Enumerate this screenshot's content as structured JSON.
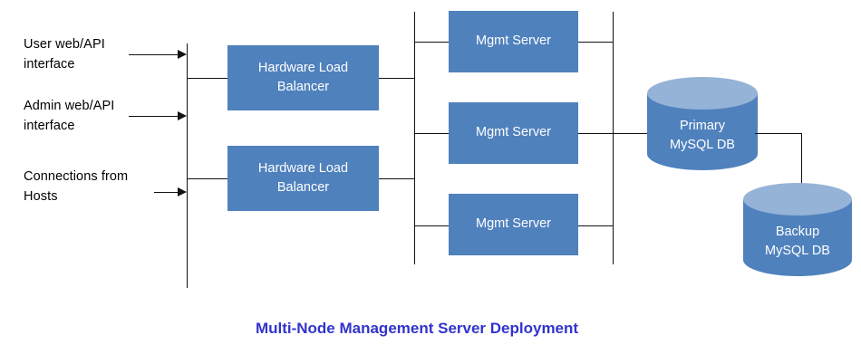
{
  "diagram": {
    "caption": "Multi-Node Management Server Deployment",
    "caption_color": "#3333CC",
    "box_fill": "#4F81BD",
    "cylinder_top_fill": "#95B3D7",
    "line_color": "#111111",
    "background": "#ffffff"
  },
  "inputs": [
    {
      "label": "User web/API\ninterface"
    },
    {
      "label": "Admin web/API\ninterface"
    },
    {
      "label": "Connections from\nHosts"
    }
  ],
  "load_balancers": [
    {
      "label": "Hardware Load\nBalancer"
    },
    {
      "label": "Hardware Load\nBalancer"
    }
  ],
  "mgmt_servers": [
    {
      "label": "Mgmt Server"
    },
    {
      "label": "Mgmt Server"
    },
    {
      "label": "Mgmt Server"
    }
  ],
  "databases": [
    {
      "label": "Primary\nMySQL DB",
      "role": "primary"
    },
    {
      "label": "Backup\nMySQL DB",
      "role": "backup"
    }
  ]
}
